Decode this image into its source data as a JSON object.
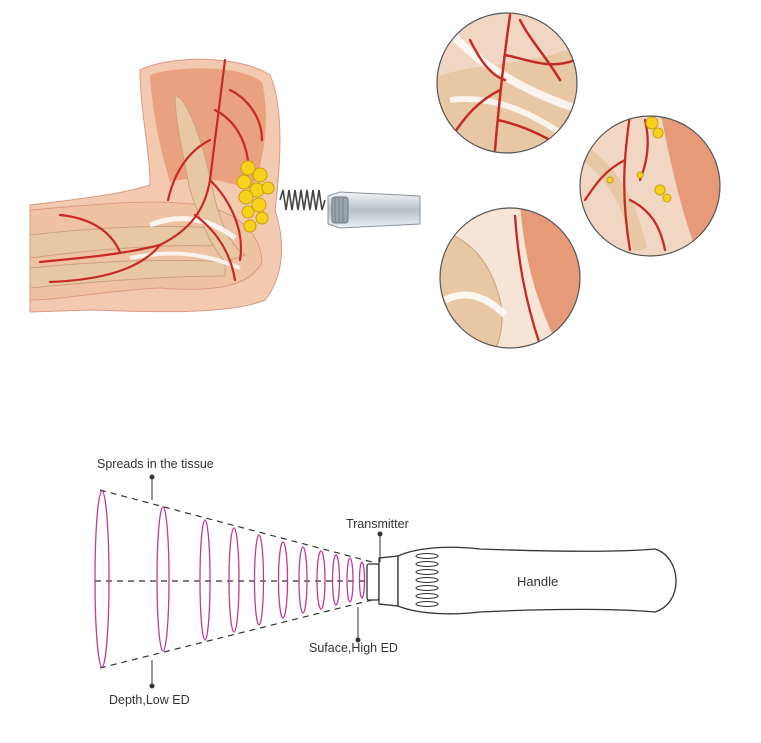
{
  "labels": {
    "spreads": "Spreads in the tissue",
    "transmitter": "Transmitter",
    "handle": "Handle",
    "surface": "Suface,High ED",
    "depth": "Depth,Low ED"
  },
  "colors": {
    "wave": "#c0399a",
    "line": "#333333",
    "artery": "#c62a26",
    "bone": "#e7c7a4",
    "muscle": "#e79a78",
    "fat": "#f6d21c"
  },
  "icons": {
    "elbow": "elbow-anatomy-illustration",
    "probe": "shockwave-probe-icon",
    "wave": "pressure-wave-icon",
    "handle": "handle-icon"
  }
}
